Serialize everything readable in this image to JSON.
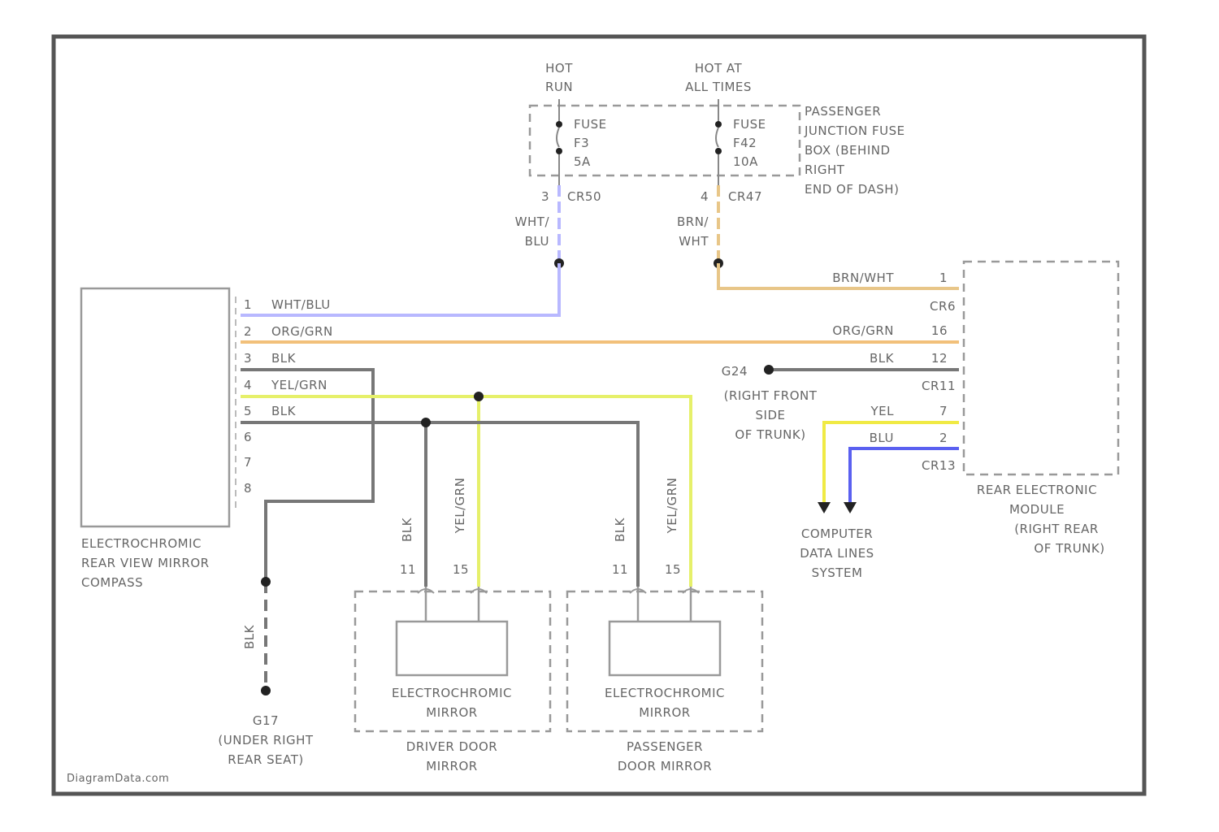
{
  "colors": {
    "wht_blu": "#b8b8ff",
    "org_grn": "#f2c07a",
    "yel_org": "#f2ef4a",
    "blk": "#777777",
    "brn_wht": "#e8c688",
    "yel_grn": "#e6f06a",
    "blu": "#5a60f0",
    "yel": "#f0ea44"
  },
  "labels": {
    "hot_run": [
      "HOT",
      "RUN"
    ],
    "hot_all": [
      "HOT AT",
      "ALL TIMES"
    ],
    "fuse_left": [
      "FUSE",
      "F3",
      "5A"
    ],
    "fuse_right": [
      "FUSE",
      "F42",
      "10A"
    ],
    "pjb": [
      "PASSENGER",
      "JUNCTION FUSE",
      "BOX (BEHIND",
      "RIGHT",
      "END OF DASH)"
    ],
    "conn_left": [
      "3",
      "CR50"
    ],
    "conn_right": [
      "4",
      "CR47"
    ],
    "wire_wht_blu": [
      "WHT/",
      "BLU"
    ],
    "wire_brn_wht": [
      "BRN/",
      "WHT"
    ],
    "mirror_pins": [
      "1",
      "2",
      "3",
      "4",
      "5",
      "6",
      "7",
      "8"
    ],
    "mirror_wires": [
      "WHT/BLU",
      "ORG/GRN",
      "BLK",
      "YEL/GRN",
      "BLK"
    ],
    "mirror_name": [
      "ELECTROCHROMIC",
      "REAR VIEW MIRROR",
      "COMPASS"
    ],
    "rem_wire_brn_wht": "BRN/WHT",
    "rem_pin_1": "1",
    "rem_cr6": "CR6",
    "rem_wire_org_grn": "ORG/GRN",
    "rem_pin_16": "16",
    "rem_wire_blk": "BLK",
    "rem_pin_12": "12",
    "ground_g24": "G24",
    "rem_cr11": "CR11",
    "ground_g24_loc": [
      "(RIGHT FRONT",
      "SIDE",
      "OF TRUNK)"
    ],
    "rem_wire_yel": "YEL",
    "rem_pin_7": "7",
    "rem_wire_blu": "BLU",
    "rem_pin_2": "2",
    "rem_cr13": "CR13",
    "rem_name": [
      "REAR ELECTRONIC",
      "MODULE",
      "(RIGHT REAR",
      "OF TRUNK)"
    ],
    "data_lines": [
      "COMPUTER",
      "DATA LINES",
      "SYSTEM"
    ],
    "drv_blk": "BLK",
    "drv_yelgrn": "YEL/GRN",
    "drv_pin_11": "11",
    "drv_pin_15": "15",
    "pas_blk": "BLK",
    "pas_yelgrn": "YEL/GRN",
    "pas_pin_11": "11",
    "pas_pin_15": "15",
    "ground_blk": "BLK",
    "ground_g17": [
      "G17",
      "(UNDER RIGHT",
      "REAR SEAT)"
    ],
    "ec_mirror": [
      "ELECTROCHROMIC",
      "MIRROR"
    ],
    "drv_mirror": [
      "DRIVER DOOR",
      "MIRROR"
    ],
    "pas_mirror": [
      "PASSENGER",
      "DOOR MIRROR"
    ],
    "watermark": "DiagramData.com"
  }
}
